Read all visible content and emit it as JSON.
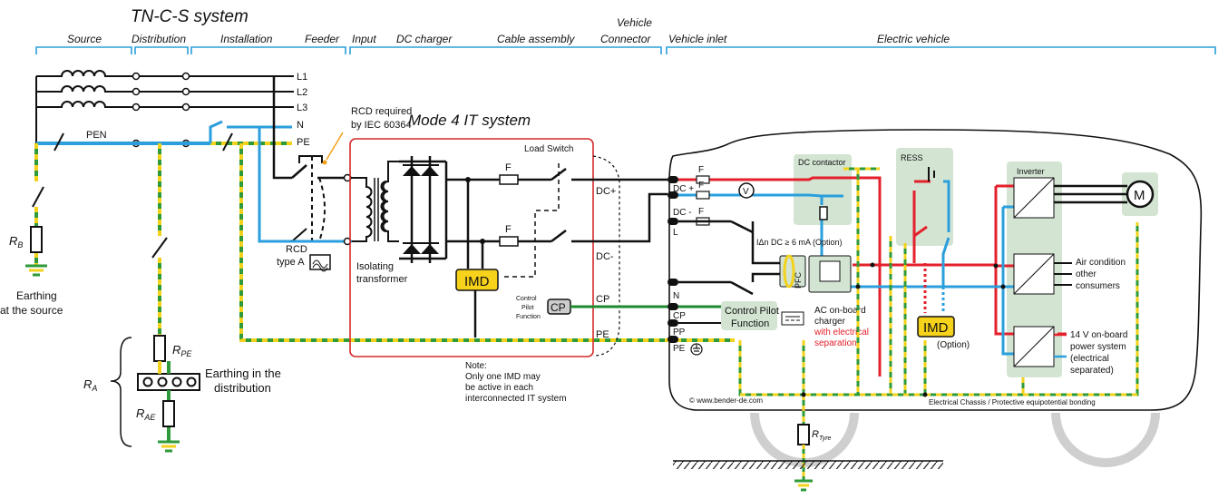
{
  "title": "TN-C-S system",
  "mode_title": "Mode 4   IT system",
  "sections": {
    "source": "Source",
    "distribution": "Distribution",
    "installation": "Installation",
    "feeder": "Feeder",
    "input": "Input",
    "dc_charger": "DC charger",
    "cable_assembly": "Cable assembly",
    "vehicle_connector_1": "Vehicle",
    "vehicle_connector_2": "Connector",
    "vehicle_inlet": "Vehicle inlet",
    "electric_vehicle": "Electric vehicle"
  },
  "lines": {
    "l1": "L1",
    "l2": "L2",
    "l3": "L3",
    "n": "N",
    "pe": "PE",
    "pen": "PEN"
  },
  "rb": {
    "r": "R",
    "sub": "B"
  },
  "earthing_source": [
    "Earthing",
    "at the source"
  ],
  "ra": {
    "r": "R",
    "sub": "A"
  },
  "rpe": {
    "r": "R",
    "sub": "PE"
  },
  "rae": {
    "r": "R",
    "sub": "AE"
  },
  "earthing_distribution": [
    "Earthing in the",
    "distribution"
  ],
  "rcd_required": [
    "RCD required",
    "by IEC 60364"
  ],
  "rcd_type": [
    "RCD",
    "type A"
  ],
  "isolating_transformer": [
    "Isolating",
    "transformer"
  ],
  "load_switch": "Load Switch",
  "fuse": "F",
  "imd": "IMD",
  "cp": "CP",
  "control_pilot_small": [
    "Control",
    "Pilot",
    "Function"
  ],
  "outputs": {
    "dcp": "DC+",
    "dcm": "DC-",
    "cp": "CP",
    "pe": "PE"
  },
  "note": [
    "Note:",
    "Only one IMD may",
    "be active in each",
    "interconnected IT system"
  ],
  "inlet": {
    "dcp": "DC +",
    "dcm": "DC -",
    "l": "L",
    "n": "N",
    "cp": "CP",
    "pp": "PP",
    "pe": "PE"
  },
  "dc_contactor": "DC contactor",
  "ress": "RESS",
  "inverter": "Inverter",
  "motor": "M",
  "voltmeter": "V",
  "idn": "IΔn DC ≥ 6 mA (Option)",
  "pfc": "PFC",
  "ac_onboard": [
    "AC on-board",
    "charger"
  ],
  "with_separation": [
    "with electrical",
    "separation"
  ],
  "control_pilot_function": [
    "Control Pilot",
    "Function"
  ],
  "imd_option": "(Option)",
  "air_condition": [
    "Air condition",
    "other",
    "consumers"
  ],
  "onboard_14v": [
    "14 V on-board",
    "power system",
    "(electrical",
    "separated)"
  ],
  "copyright": "© www.bender-de.com",
  "chassis": "Electrical Chassis / Protective equipotential bonding",
  "rtyre": {
    "r": "R",
    "sub": "Tyre"
  },
  "colors": {
    "dc_plus": "#e3202b",
    "dc_minus": "#2a9fdc",
    "cp": "#1e8a2e",
    "pe_green": "#2f9a3a",
    "pe_yellow": "#f2d21a",
    "box_fill": "#d3e4d3",
    "imd_fill": "#f7d21a",
    "frame_red": "#d42a2a",
    "section_blue": "#2a9fdc"
  }
}
